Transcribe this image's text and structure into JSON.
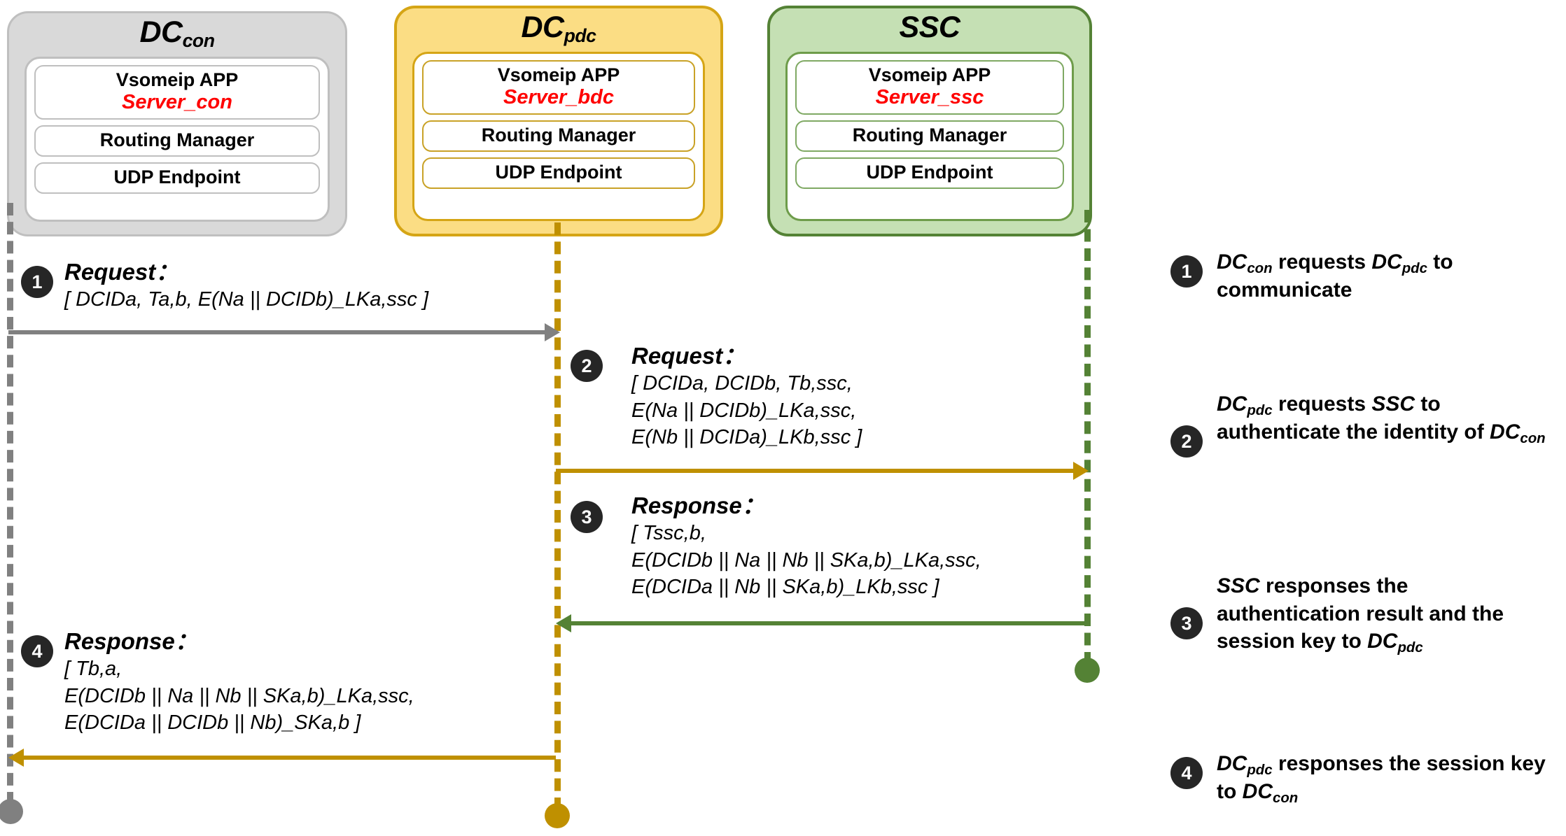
{
  "participants": [
    {
      "id": "dc-con",
      "title": "DC",
      "title_sub": "con",
      "app_label": "Vsomeip APP",
      "server_label": "Server_con",
      "routing_label": "Routing Manager",
      "endpoint_label": "UDP Endpoint",
      "fill": "#D9D9D9",
      "stroke": "#BFBFBF"
    },
    {
      "id": "dc-pdc",
      "title": "DC",
      "title_sub": "pdc",
      "app_label": "Vsomeip APP",
      "server_label": "Server_bdc",
      "routing_label": "Routing Manager",
      "endpoint_label": "UDP Endpoint",
      "fill": "#FBDD84",
      "stroke": "#D5A515"
    },
    {
      "id": "ssc",
      "title": "SSC",
      "title_sub": "",
      "app_label": "Vsomeip APP",
      "server_label": "Server_ssc",
      "routing_label": "Routing Manager",
      "endpoint_label": "UDP Endpoint",
      "fill": "#C5E0B4",
      "stroke": "#548235"
    }
  ],
  "messages": [
    {
      "number": "1",
      "title": "Request：",
      "lines": [
        "[ DCIDa, Ta,b, E(Na || DCIDb)_LKa,ssc ]"
      ],
      "from": "dc-con",
      "to": "dc-pdc",
      "direction": "right",
      "color": "#808080"
    },
    {
      "number": "2",
      "title": "Request：",
      "lines": [
        "[ DCIDa, DCIDb, Tb,ssc,",
        "E(Na || DCIDb)_LKa,ssc,",
        " E(Nb || DCIDa)_LKb,ssc  ]"
      ],
      "from": "dc-pdc",
      "to": "ssc",
      "direction": "right",
      "color": "#BF9000"
    },
    {
      "number": "3",
      "title": "Response：",
      "lines": [
        "[ Tssc,b,",
        "E(DCIDb || Na || Nb || SKa,b)_LKa,ssc,",
        "E(DCIDa || Nb || SKa,b)_LKb,ssc ]"
      ],
      "from": "ssc",
      "to": "dc-pdc",
      "direction": "left",
      "color": "#548235"
    },
    {
      "number": "4",
      "title": "Response：",
      "lines": [
        "[ Tb,a,",
        "E(DCIDb || Na || Nb || SKa,b)_LKa,ssc,",
        "E(DCIDa || DCIDb || Nb)_SKa,b ]"
      ],
      "from": "dc-pdc",
      "to": "dc-con",
      "direction": "left",
      "color": "#BF9000"
    }
  ],
  "legend": [
    {
      "number": "1",
      "text_html": "<span class=\"v\">DC<sub>con</sub></span> requests <span class=\"v\">DC<sub>pdc</sub></span> to communicate",
      "text_plain": "DC_con requests DC_pdc to communicate"
    },
    {
      "number": "2",
      "text_html": "<span class=\"v\">DC<sub>pdc</sub></span> requests <span class=\"v\">SSC</span> to authenticate the identity of <span class=\"v\">DC<sub>con</sub></span>",
      "text_plain": "DC_pdc requests SSC to authenticate the identity of DC_con"
    },
    {
      "number": "3",
      "text_html": "<span class=\"v\">SSC</span> responses the authentication result and the session key to <span class=\"v\">DC<sub>pdc</sub></span>",
      "text_plain": "SSC responses the authentication result and the session key to DC_pdc"
    },
    {
      "number": "4",
      "text_html": "<span class=\"v\">DC<sub>pdc</sub></span> responses the session key to <span class=\"v\">DC<sub>con</sub></span>",
      "text_plain": "DC_pdc responses the session key to DC_con"
    }
  ],
  "colors": {
    "gray": "#808080",
    "gold": "#BF9000",
    "green": "#548235",
    "badge": "#262626",
    "server_text": "#FF0000"
  }
}
